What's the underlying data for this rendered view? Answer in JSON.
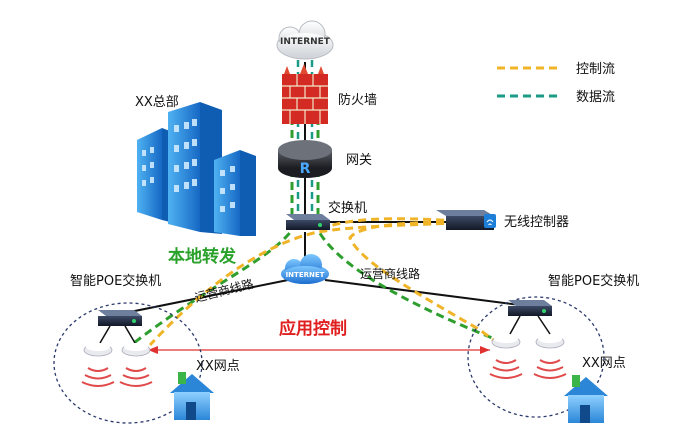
{
  "labels": {
    "internet_top": "INTERNET",
    "internet_mid": "INTERNET",
    "firewall": "防火墙",
    "gateway": "网关",
    "gateway_icon": "R",
    "core_switch": "交换机",
    "wireless_controller": "无线控制器",
    "hq": "XX总部",
    "local_forwarding": "本地转发",
    "app_control": "应用控制",
    "carrier_left": "运营商线路",
    "carrier_right": "运营商线路",
    "poe_left": "智能POE交换机",
    "poe_right": "智能POE交换机",
    "site_left": "XX网点",
    "site_right": "XX网点"
  },
  "legend": {
    "control_flow": "控制流",
    "data_flow": "数据流"
  },
  "colors": {
    "control_flow": "#f0b429",
    "data_flow": "#1a9a87",
    "local_forward_path": "#2e9e2e",
    "app_control_arrow": "#e03030",
    "firewall_brick": "#d42a24",
    "building": "#1f8de0"
  },
  "icons": {
    "cloud_top": "cloud-icon",
    "firewall": "firewall-icon",
    "gateway": "router-icon",
    "switch": "switch-icon",
    "controller": "wireless-controller-icon",
    "hq_building": "building-icon",
    "cloud_mid": "cloud-icon",
    "access_point": "access-point-icon",
    "home": "house-icon"
  }
}
